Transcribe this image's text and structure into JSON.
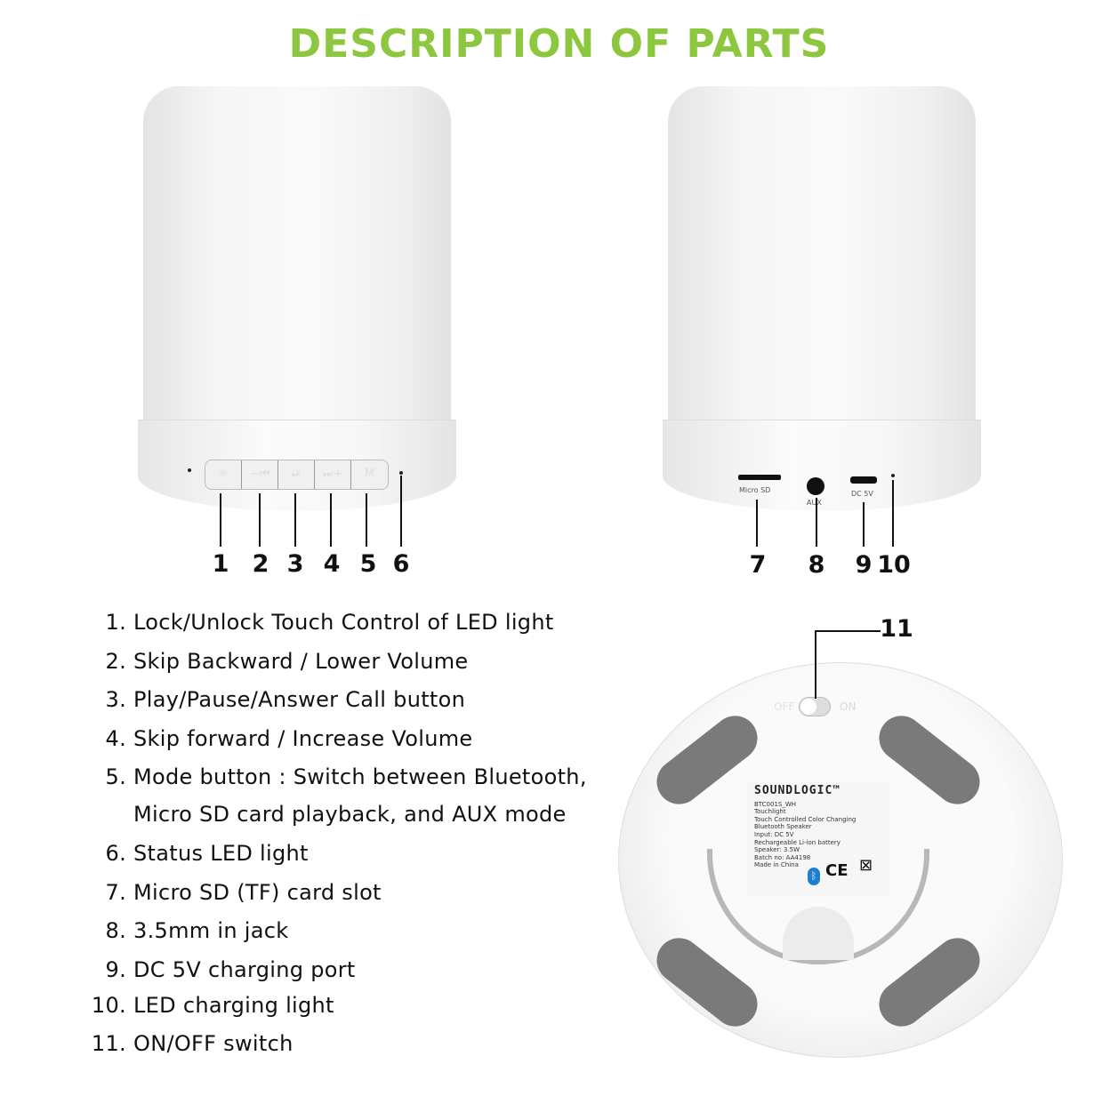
{
  "title": "DESCRIPTION OF PARTS",
  "front_buttons": [
    "☼",
    "−⏮",
    "⏯",
    "⏭+",
    "M"
  ],
  "callouts_front": [
    "1",
    "2",
    "3",
    "4",
    "5",
    "6"
  ],
  "callouts_back": [
    "7",
    "8",
    "9",
    "10"
  ],
  "callout_bottom": "11",
  "ports": {
    "microsd": "Micro SD",
    "aux": "AUX",
    "dc": "DC 5V"
  },
  "switch": {
    "off": "OFF",
    "on": "ON"
  },
  "parts": [
    {
      "n": "1.",
      "text": "Lock/Unlock Touch Control of LED light"
    },
    {
      "n": "2.",
      "text": "Skip Backward / Lower Volume"
    },
    {
      "n": "3.",
      "text": "Play/Pause/Answer Call button"
    },
    {
      "n": "4.",
      "text": "Skip forward / Increase Volume"
    },
    {
      "n": "5.",
      "text": "Mode button : Switch between Bluetooth,"
    },
    {
      "n": "",
      "text": "Micro SD card playback, and AUX mode"
    },
    {
      "n": "6.",
      "text": "Status LED light"
    },
    {
      "n": "7.",
      "text": "Micro  SD (TF) card slot"
    },
    {
      "n": "8.",
      "text": "3.5mm in jack"
    },
    {
      "n": "9.",
      "text": "DC 5V charging port"
    },
    {
      "n": "10.",
      "text": "LED charging light"
    },
    {
      "n": "11.",
      "text": "ON/OFF switch"
    }
  ],
  "product_label": {
    "brand": "SOUNDLOGIC™",
    "lines": [
      "BTC001S_WH",
      "Touchlight",
      "Touch Controlled Color Changing",
      "Bluetooth Speaker",
      "Input: DC 5V",
      "Rechargeable Li-ion battery",
      "Speaker: 3.5W",
      "Batch no: AA4198",
      "Made in China"
    ],
    "marks": "CE"
  },
  "colors": {
    "title": "#8dc63f",
    "pads": "#7a7a7b"
  }
}
